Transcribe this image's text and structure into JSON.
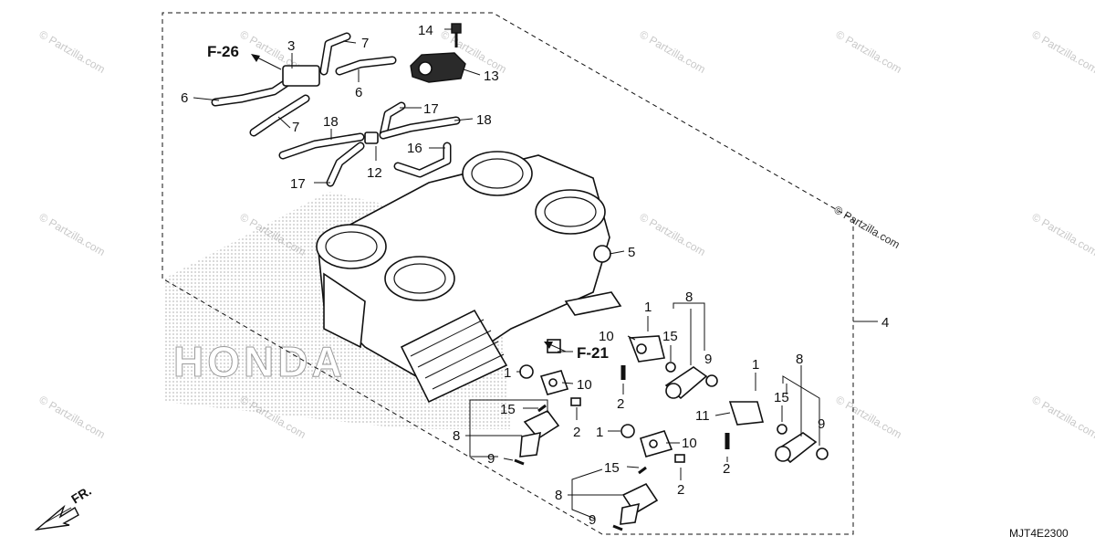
{
  "watermark": "© Partzilla.com",
  "brand_watermark": "HONDA",
  "diagram_code": "MJT4E2300",
  "front_indicator": "FR.",
  "refs": {
    "f26": "F-26",
    "f21": "F-21"
  },
  "callouts": {
    "c1a": "1",
    "c1b": "1",
    "c1c": "1",
    "c1d": "1",
    "c2a": "2",
    "c2b": "2",
    "c2c": "2",
    "c2d": "2",
    "c3": "3",
    "c4": "4",
    "c5": "5",
    "c6a": "6",
    "c6b": "6",
    "c7a": "7",
    "c7b": "7",
    "c8a": "8",
    "c8b": "8",
    "c8c": "8",
    "c8d": "8",
    "c9a": "9",
    "c9b": "9",
    "c9c": "9",
    "c9d": "9",
    "c10a": "10",
    "c10b": "10",
    "c10c": "10",
    "c11": "11",
    "c12": "12",
    "c13": "13",
    "c14": "14",
    "c15a": "15",
    "c15b": "15",
    "c15c": "15",
    "c15d": "15",
    "c16": "16",
    "c17a": "17",
    "c17b": "17",
    "c18a": "18",
    "c18b": "18"
  }
}
